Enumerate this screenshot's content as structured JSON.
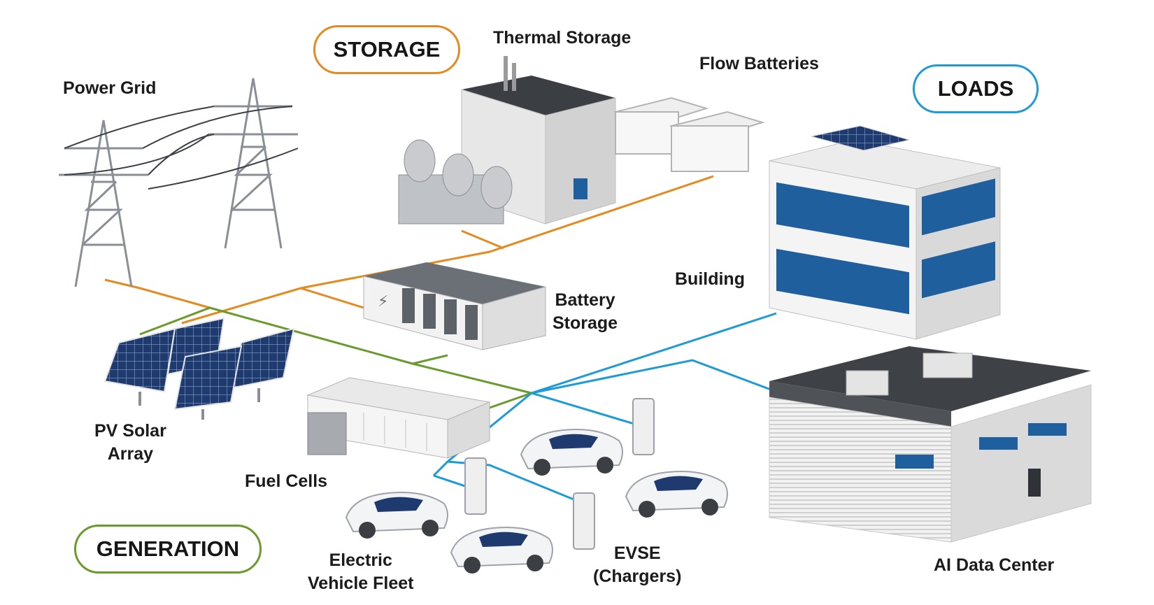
{
  "categories": {
    "storage": "STORAGE",
    "loads": "LOADS",
    "generation": "GENERATION"
  },
  "labels": {
    "power_grid": "Power Grid",
    "thermal_storage": "Thermal Storage",
    "flow_batteries": "Flow Batteries",
    "battery_storage_1": "Battery",
    "battery_storage_2": "Storage",
    "building": "Building",
    "pv_solar_1": "PV Solar",
    "pv_solar_2": "Array",
    "fuel_cells": "Fuel Cells",
    "ev_fleet_1": "Electric",
    "ev_fleet_2": "Vehicle Fleet",
    "evse_1": "EVSE",
    "evse_2": "(Chargers)",
    "ai_data_center": "AI Data Center"
  },
  "colors": {
    "storage_accent": "#E58A1F",
    "loads_accent": "#1E9AD6",
    "generation_accent": "#6A9A2C",
    "window_blue": "#1F5F9E",
    "panel_blue": "#1E3A6E",
    "roof_dark": "#3E4247"
  }
}
